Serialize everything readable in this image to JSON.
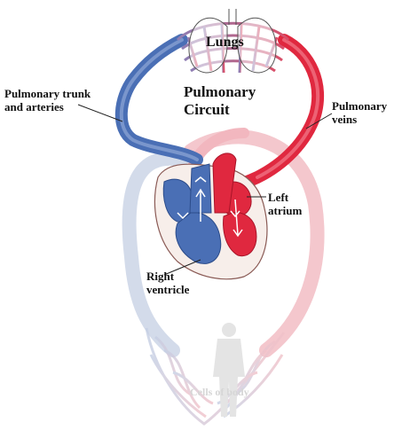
{
  "labels": {
    "lungs": "Lungs",
    "pulmonary_circuit": "Pulmonary\nCircuit",
    "pulmonary_trunk": "Pulmonary trunk\nand arteries",
    "pulmonary_veins": "Pulmonary\nveins",
    "left_atrium": "Left\natrium",
    "right_ventricle": "Right\nventricle",
    "cells_of_body": "Cells of body"
  },
  "colors": {
    "oxygen_poor": "#4a6fb5",
    "oxygen_rich": "#e0283f",
    "systemic_poor": "#c9d3e6",
    "systemic_rich": "#f3bcc4",
    "heart_outline": "#8a5a55"
  }
}
